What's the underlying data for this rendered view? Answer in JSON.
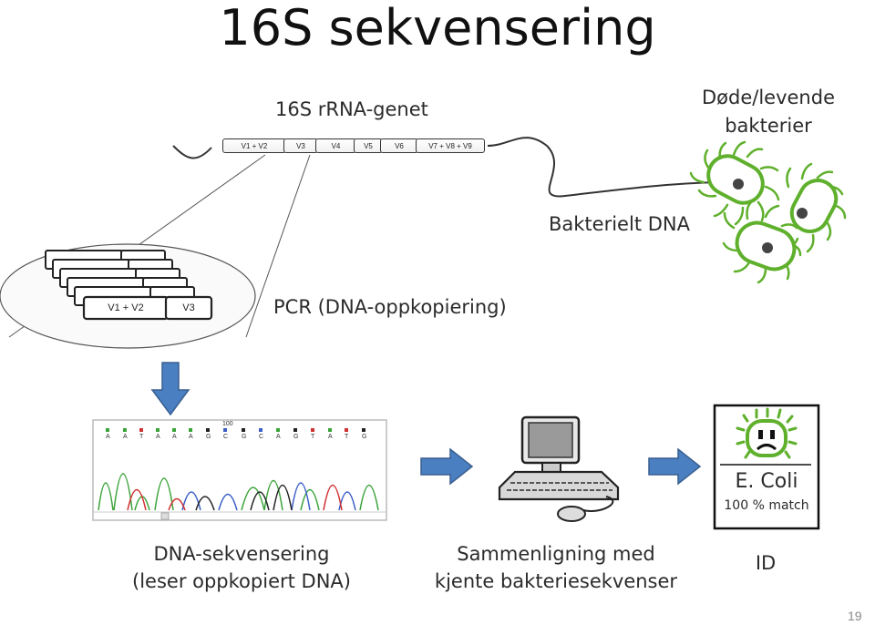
{
  "title": "16S sekvensering",
  "gene_label": "16S rRNA-genet",
  "segments": [
    "V1 + V2",
    "V3",
    "V4",
    "V5",
    "V6",
    "V7 + V8 + V9"
  ],
  "dead_alive": {
    "line1": "Døde/levende",
    "line2": "bakterier"
  },
  "bacterial_dna": "Bakterielt DNA",
  "pcr": {
    "label": "PCR (DNA-oppkopiering)",
    "front_v1v2": "V1 + V2",
    "front_v3": "V3"
  },
  "chromatogram": {
    "position_label": "100",
    "bases": [
      "A",
      "A",
      "T",
      "A",
      "A",
      "A",
      "G",
      "C",
      "G",
      "C",
      "A",
      "G",
      "T",
      "A",
      "T",
      "G"
    ]
  },
  "result_card": {
    "name": "E. Coli",
    "match": "100 % match"
  },
  "captions": {
    "sequencing_line1": "DNA-sekvensering",
    "sequencing_line2": "(leser oppkopiert DNA)",
    "comparison_line1": "Sammenligning med",
    "comparison_line2": "kjente bakteriesekvenser",
    "id": "ID"
  },
  "page_number": "19",
  "colors": {
    "arrow": "#4a7fc1",
    "arrow_border": "#3a5f8f",
    "bacteria": "#5fb02c",
    "trace_green": "#3aa33a",
    "trace_blue": "#3a5fc8",
    "trace_red": "#d03030",
    "trace_black": "#222222"
  }
}
